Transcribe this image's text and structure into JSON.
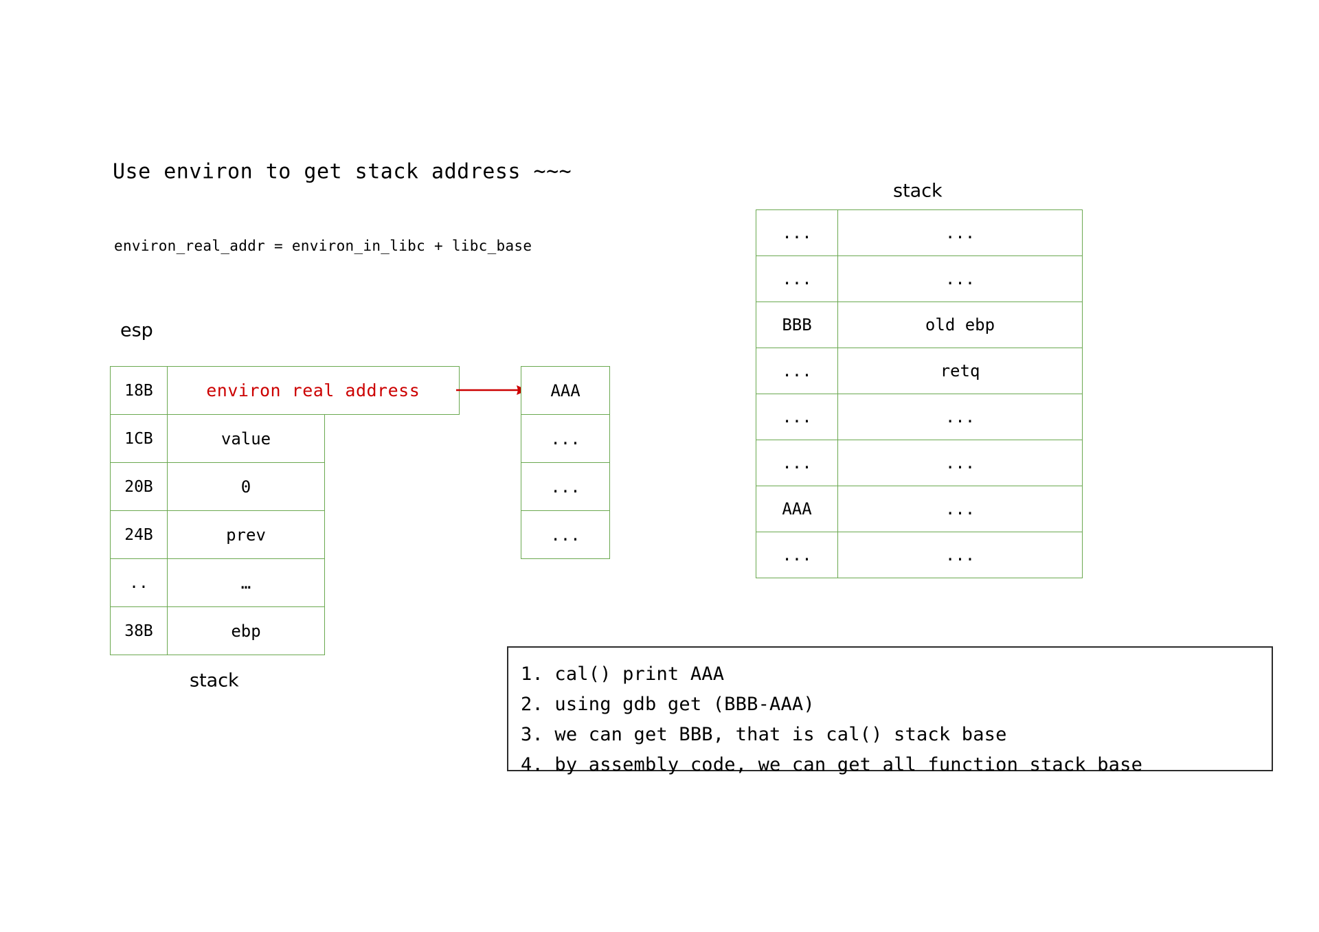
{
  "title": "Use environ to get stack address ~~~",
  "formula": "environ_real_addr = environ_in_libc + libc_base",
  "labels": {
    "esp": "esp",
    "left_stack": "stack",
    "right_stack": "stack"
  },
  "colors": {
    "grid_green": "#6aa84f",
    "highlight_red": "#cc0000",
    "box_border": "#2b2b2b",
    "text": "#000000"
  },
  "left_stack": {
    "rows": [
      {
        "addr": "18B",
        "value": "environ real address",
        "highlight": true
      },
      {
        "addr": "1CB",
        "value": "value",
        "highlight": false
      },
      {
        "addr": "20B",
        "value": "0",
        "highlight": false
      },
      {
        "addr": "24B",
        "value": "prev",
        "highlight": false
      },
      {
        "addr": "..",
        "value": "…",
        "highlight": false
      },
      {
        "addr": "38B",
        "value": "ebp",
        "highlight": false
      }
    ]
  },
  "pointer_target": {
    "rows": [
      "AAA",
      "...",
      "...",
      "..."
    ]
  },
  "right_stack": {
    "rows": [
      {
        "col1": "...",
        "col2": "..."
      },
      {
        "col1": "...",
        "col2": "..."
      },
      {
        "col1": "BBB",
        "col2": "old ebp"
      },
      {
        "col1": "...",
        "col2": "retq"
      },
      {
        "col1": "...",
        "col2": "..."
      },
      {
        "col1": "...",
        "col2": "..."
      },
      {
        "col1": "AAA",
        "col2": "..."
      },
      {
        "col1": "...",
        "col2": "..."
      }
    ]
  },
  "notes": {
    "lines": [
      "1. cal() print AAA",
      "2. using gdb get (BBB-AAA)",
      "3. we can get BBB, that is cal() stack base",
      "4. by assembly code, we can get all function stack base"
    ]
  }
}
